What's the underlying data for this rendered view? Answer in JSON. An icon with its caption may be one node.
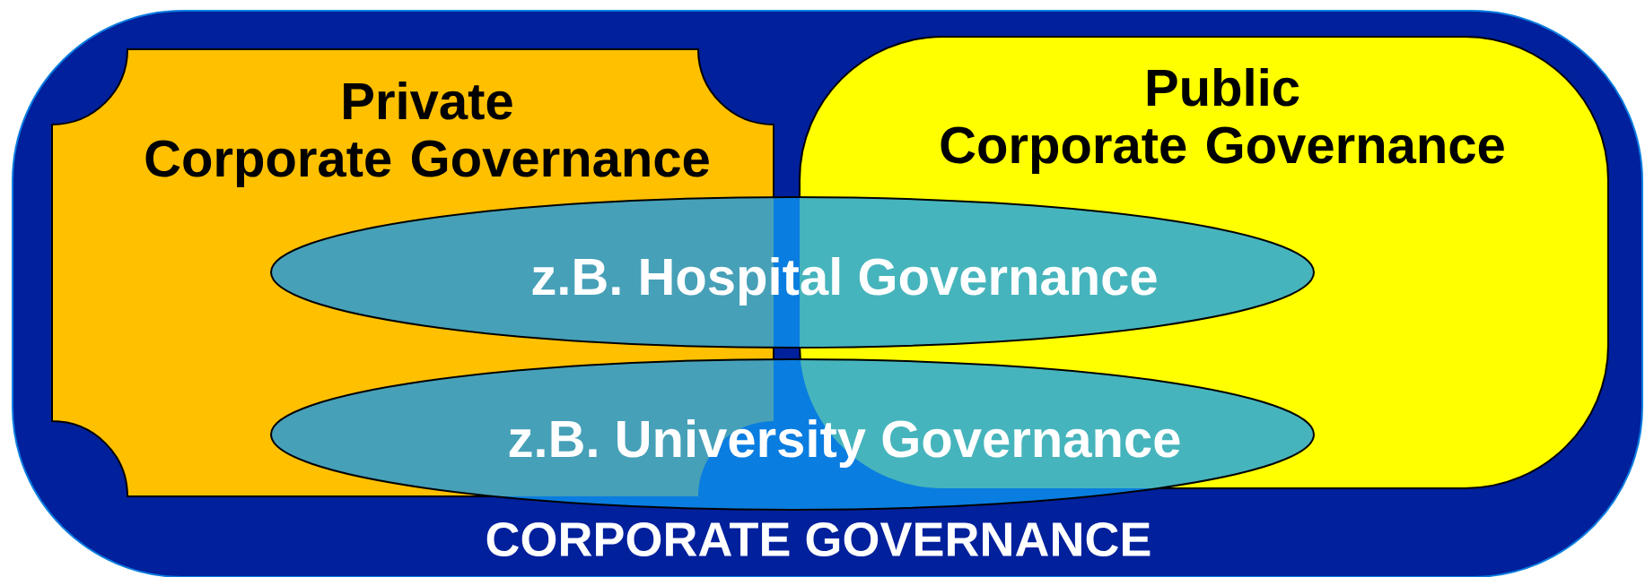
{
  "diagram": {
    "nodes": [
      {
        "text": [
          "CORPORATE GOVERNANCE"
        ]
      },
      {
        "text": [
          "Private Corporate Governance"
        ],
        "in": 0
      },
      {
        "text": [
          "Public Corporate Governance"
        ],
        "in": 0
      },
      {
        "text": [
          "z.B. Hospital Governance"
        ],
        "in": 0
      },
      {
        "text": [
          "z.B. University Governance"
        ],
        "in": 0
      }
    ]
  }
}
